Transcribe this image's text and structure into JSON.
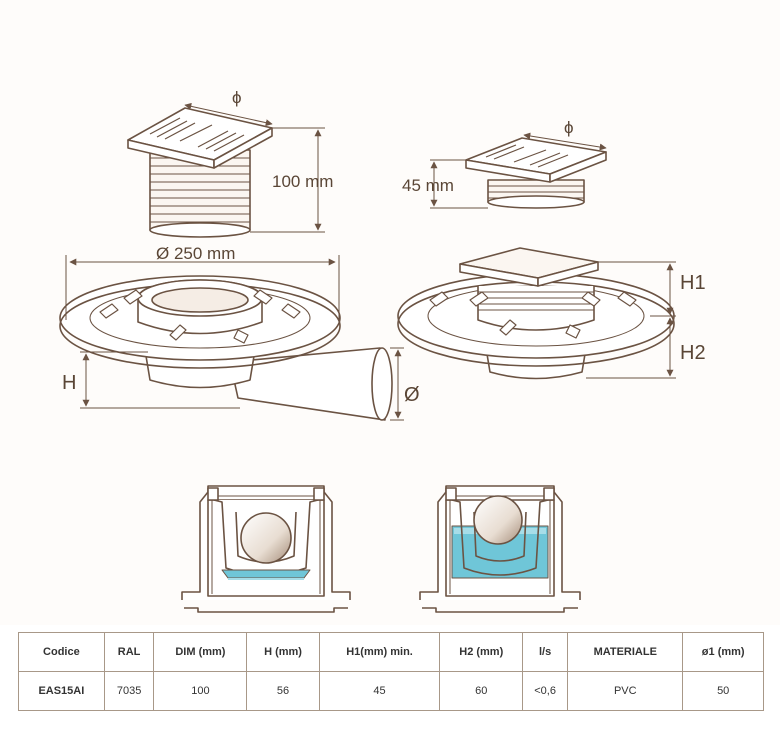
{
  "drawing": {
    "top_left_height": "100 mm",
    "top_left_width_symbol": "ϕ",
    "base_diameter": "Ø 250 mm",
    "height_label_h": "H",
    "outlet_diameter": "Ø",
    "top_right_height": "45 mm",
    "top_right_width_symbol": "ϕ",
    "h1_label": "H1",
    "h2_label": "H2"
  },
  "colors": {
    "line": "#6b5343",
    "body_fill": "#ffffff",
    "water": "#6fc6d8",
    "water_light": "#a7dde8",
    "table_border": "#a89888"
  },
  "table": {
    "headers": [
      "Codice",
      "RAL",
      "DIM (mm)",
      "H (mm)",
      "H1(mm) min.",
      "H2 (mm)",
      "l/s",
      "MATERIALE",
      "ø1 (mm)"
    ],
    "row": [
      "EAS15AI",
      "7035",
      "100",
      "56",
      "45",
      "60",
      "<0,6",
      "PVC",
      "50"
    ]
  }
}
